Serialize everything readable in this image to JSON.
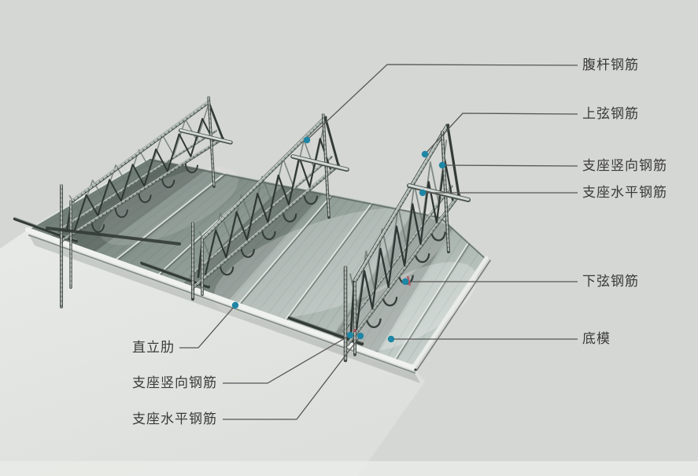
{
  "figure": {
    "background_color": "#d5d7d4",
    "foreground_light_color": "#e5e8e4",
    "deck_dark_color": "#6e7b75",
    "deck_mid_color": "#93a09a",
    "deck_light_color": "#c6d0cb",
    "steel_dark_color": "#333b37",
    "steel_mid_color": "#5c6661",
    "steel_light_color": "#98a39d",
    "steel_highlight_color": "#dfe4e1",
    "support_bar_bright_color": "#d3dad6",
    "marker_color": "#1f86a5",
    "red_mark_color": "#b15b68",
    "leader_color": "#565656",
    "text_color": "#3a3a3a"
  },
  "labels": {
    "right": [
      {
        "text": "腹杆钢筋"
      },
      {
        "text": "上弦钢筋"
      },
      {
        "text": "支座竖向钢筋"
      },
      {
        "text": "支座水平钢筋"
      },
      {
        "text": "下弦钢筋"
      },
      {
        "text": "底模"
      }
    ],
    "left": [
      {
        "text": "直立肋"
      },
      {
        "text": "支座竖向钢筋"
      },
      {
        "text": "支座水平钢筋"
      }
    ]
  }
}
